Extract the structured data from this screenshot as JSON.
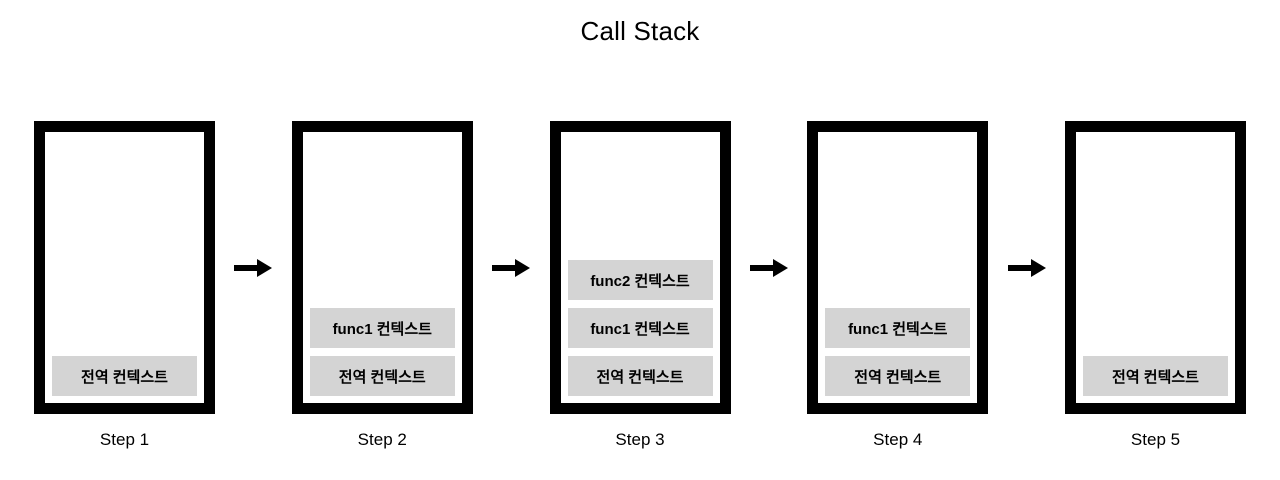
{
  "title": "Call Stack",
  "colors": {
    "box_border": "#000000",
    "box_fill": "#ffffff",
    "frame_fill": "#d4d4d4",
    "text": "#000000",
    "arrow": "#000000",
    "background": "#ffffff"
  },
  "diagram": {
    "type": "call-stack-sequence",
    "arrow_symbol": "right-arrow",
    "step_count": 5,
    "steps": [
      {
        "label": "Step 1",
        "frames": [
          "전역 컨텍스트"
        ]
      },
      {
        "label": "Step 2",
        "frames": [
          "func1 컨텍스트",
          "전역 컨텍스트"
        ]
      },
      {
        "label": "Step 3",
        "frames": [
          "func2 컨텍스트",
          "func1 컨텍스트",
          "전역 컨텍스트"
        ]
      },
      {
        "label": "Step 4",
        "frames": [
          "func1 컨텍스트",
          "전역 컨텍스트"
        ]
      },
      {
        "label": "Step 5",
        "frames": [
          "전역 컨텍스트"
        ]
      }
    ]
  }
}
